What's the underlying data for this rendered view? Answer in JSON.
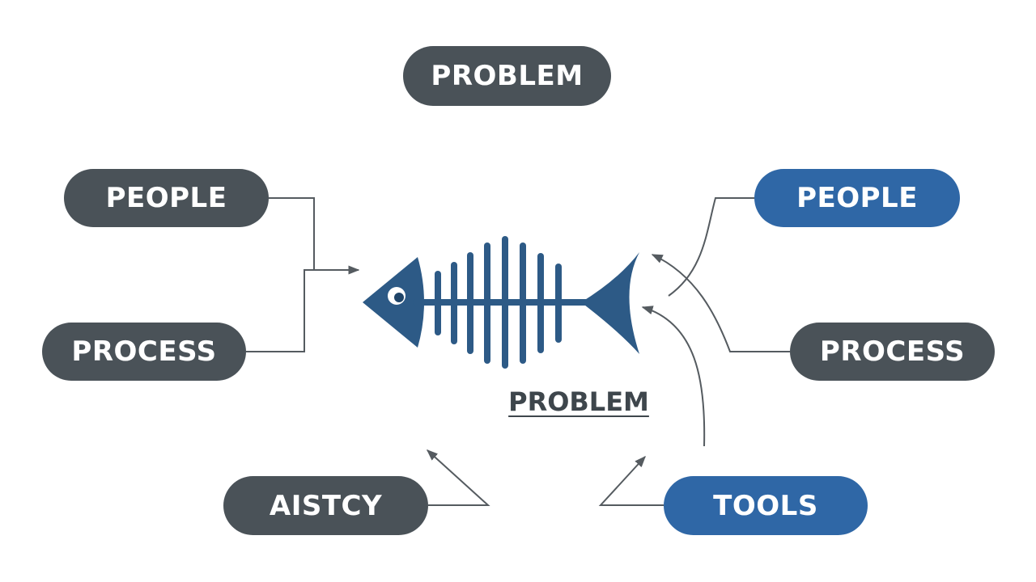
{
  "title": "PROBLEM",
  "center_label": "PROBLEM",
  "causes": {
    "people_left": "PEOPLE",
    "process_left": "PROCESS",
    "aistcy": "AISTCY",
    "people_right": "PEOPLE",
    "process_right": "PROCESS",
    "tools": "TOOLS"
  },
  "icons": {
    "fish": "fishbone-icon"
  },
  "colors": {
    "dark_pill": "#4a5258",
    "blue_pill": "#2f67a6",
    "fish": "#2d5a86",
    "line": "#555b60"
  }
}
